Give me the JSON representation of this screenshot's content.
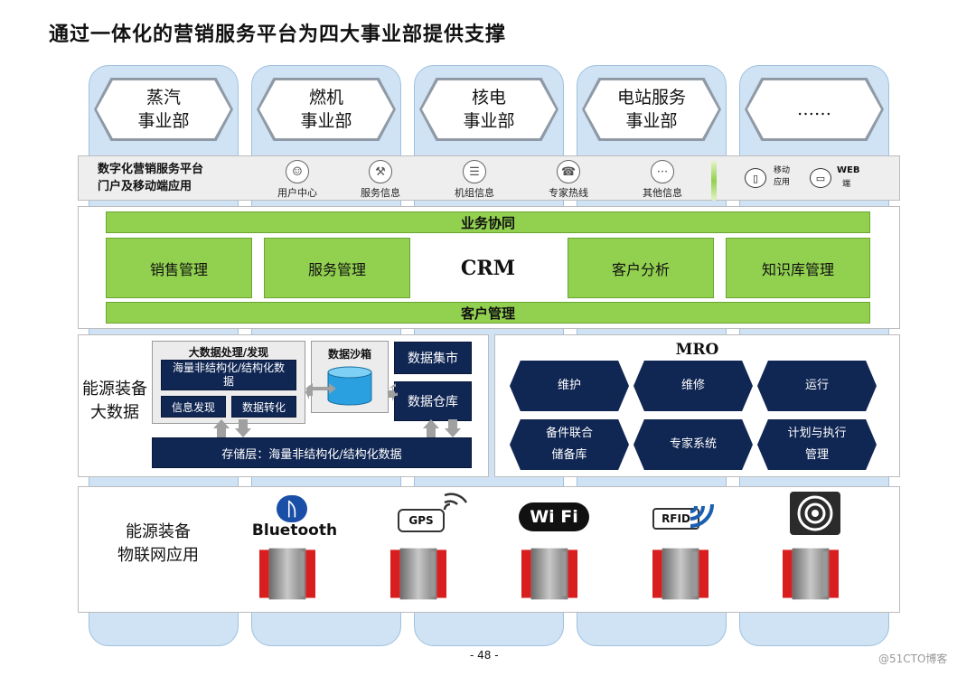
{
  "title": "通过一体化的营销服务平台为四大事业部提供支撑",
  "divisions": [
    "蒸汽\n事业部",
    "燃机\n事业部",
    "核电\n事业部",
    "电站服务\n事业部",
    "……"
  ],
  "portal": {
    "label": "数字化营销服务平台\n门户及移动端应用",
    "items": [
      {
        "label": "用户中心",
        "icon": "user-icon"
      },
      {
        "label": "服务信息",
        "icon": "wrench-icon"
      },
      {
        "label": "机组信息",
        "icon": "list-icon"
      },
      {
        "label": "专家热线",
        "icon": "phone-icon"
      },
      {
        "label": "其他信息",
        "icon": "more-icon"
      }
    ],
    "mobile_label": "移动\n应用",
    "web_label_1": "WEB",
    "web_label_2": "端"
  },
  "crm": {
    "top_bar": "业务协同",
    "center": "CRM",
    "modules": [
      "销售管理",
      "服务管理",
      "客户分析",
      "知识库管理"
    ],
    "bottom_bar": "客户管理"
  },
  "bigdata": {
    "side_label": "能源装备\n大数据",
    "processing_title": "大数据处理/发现",
    "unstructured": "海量非结构化/结构化数据",
    "info_discovery": "信息发现",
    "data_transform": "数据转化",
    "sandbox_title": "数据沙箱",
    "data_mart": "数据集市",
    "data_warehouse": "数据仓库",
    "storage": "存储层：海量非结构化/结构化数据"
  },
  "mro": {
    "title": "MRO",
    "items": [
      "维护",
      "维修",
      "运行",
      "备件联合\n储备库",
      "专家系统",
      "计划与执行\n管理"
    ]
  },
  "iot": {
    "side_label": "能源装备\n物联网应用",
    "logos": [
      "Bluetooth",
      "GPS",
      "Wi Fi",
      "RFID",
      "target-icon"
    ]
  },
  "footer": "- 48 -",
  "watermark": "@51CTO博客",
  "colors": {
    "green": "#92d050",
    "navy": "#102653",
    "column": "#cfe3f4",
    "device_red": "#d81e1e"
  }
}
